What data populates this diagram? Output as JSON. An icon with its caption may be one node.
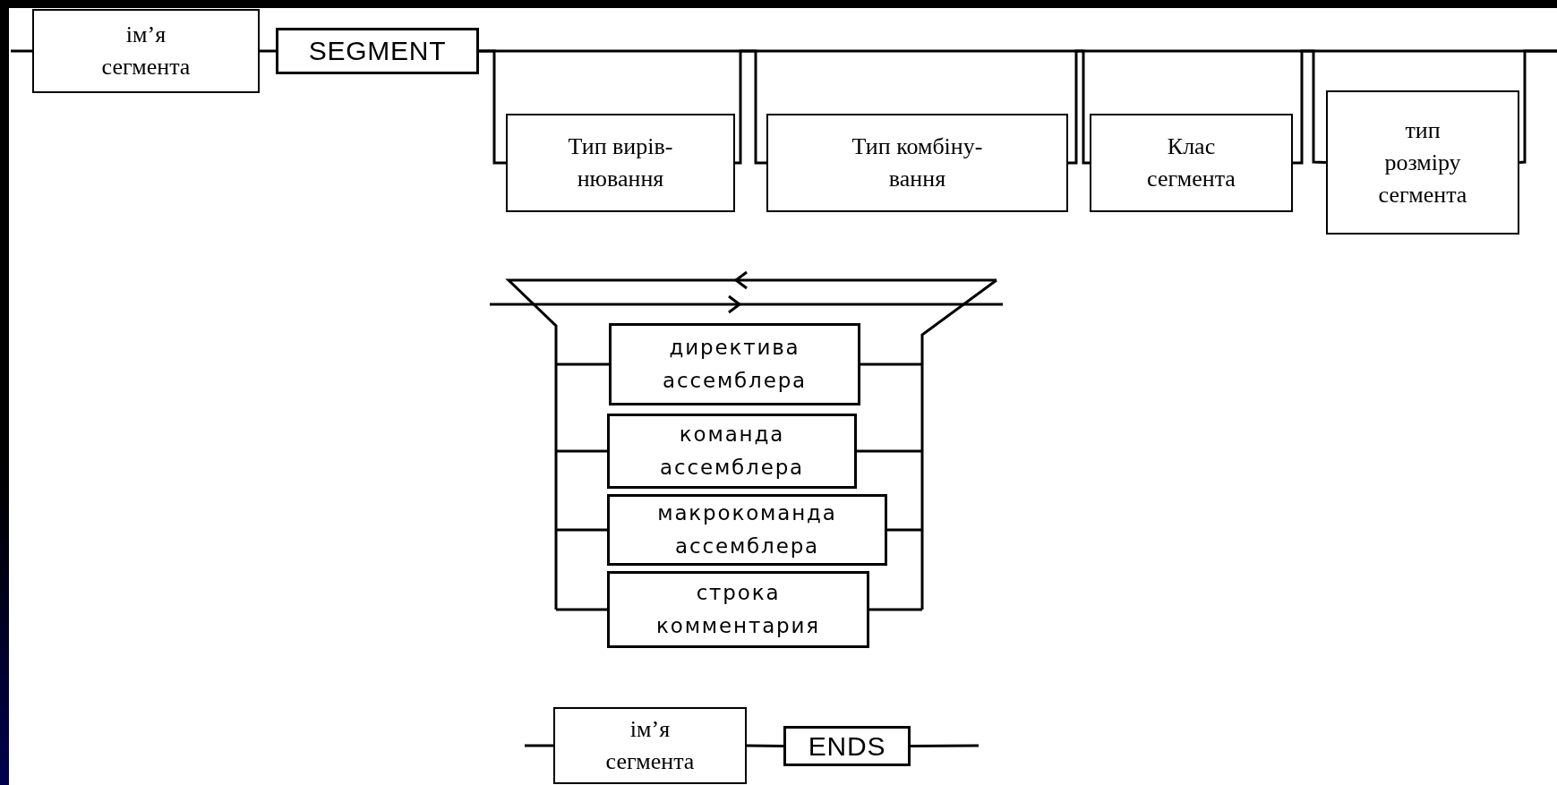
{
  "diagram": {
    "nodes": [
      {
        "text": [
          "ім’я сегмента"
        ]
      },
      {
        "text": [
          "SEGMENT"
        ]
      },
      {
        "text": [
          "Тип вирів- нювання"
        ]
      },
      {
        "text": [
          "Тип комбіну- вання"
        ]
      },
      {
        "text": [
          "Клас сегмента"
        ]
      },
      {
        "text": [
          "тип розміру сегмента"
        ]
      },
      {
        "text": [
          "директива ассемблера"
        ]
      },
      {
        "text": [
          "команда ассемблера"
        ]
      },
      {
        "text": [
          "макрокоманда ассемблера"
        ]
      },
      {
        "text": [
          "строка комментария"
        ]
      },
      {
        "text": [
          "ім’я сегмента"
        ]
      },
      {
        "text": [
          "ENDS"
        ]
      }
    ],
    "edges": [
      {
        "from": null,
        "to": 0,
        "arrow": "none"
      },
      {
        "from": 0,
        "to": 1,
        "arrow": "none"
      },
      {
        "from": 1,
        "to": 2,
        "arrow": "none"
      },
      {
        "from": 2,
        "to": 3,
        "arrow": "none"
      },
      {
        "from": 3,
        "to": 4,
        "arrow": "none"
      },
      {
        "from": 4,
        "to": 5,
        "arrow": "none"
      },
      {
        "from": 5,
        "to": null,
        "arrow": "none"
      },
      {
        "from": null,
        "to": 6,
        "arrow": "none"
      },
      {
        "from": 6,
        "to": null,
        "arrow": "none"
      },
      {
        "from": null,
        "to": 7,
        "arrow": "none"
      },
      {
        "from": 7,
        "to": null,
        "arrow": "none"
      },
      {
        "from": null,
        "to": 8,
        "arrow": "none"
      },
      {
        "from": 8,
        "to": null,
        "arrow": "none"
      },
      {
        "from": null,
        "to": 9,
        "arrow": "none"
      },
      {
        "from": 9,
        "to": null,
        "arrow": "none"
      },
      {
        "from": null,
        "to": 10,
        "arrow": "none"
      },
      {
        "from": 10,
        "to": 11,
        "arrow": "none"
      },
      {
        "from": 11,
        "to": null,
        "arrow": "none"
      }
    ]
  }
}
